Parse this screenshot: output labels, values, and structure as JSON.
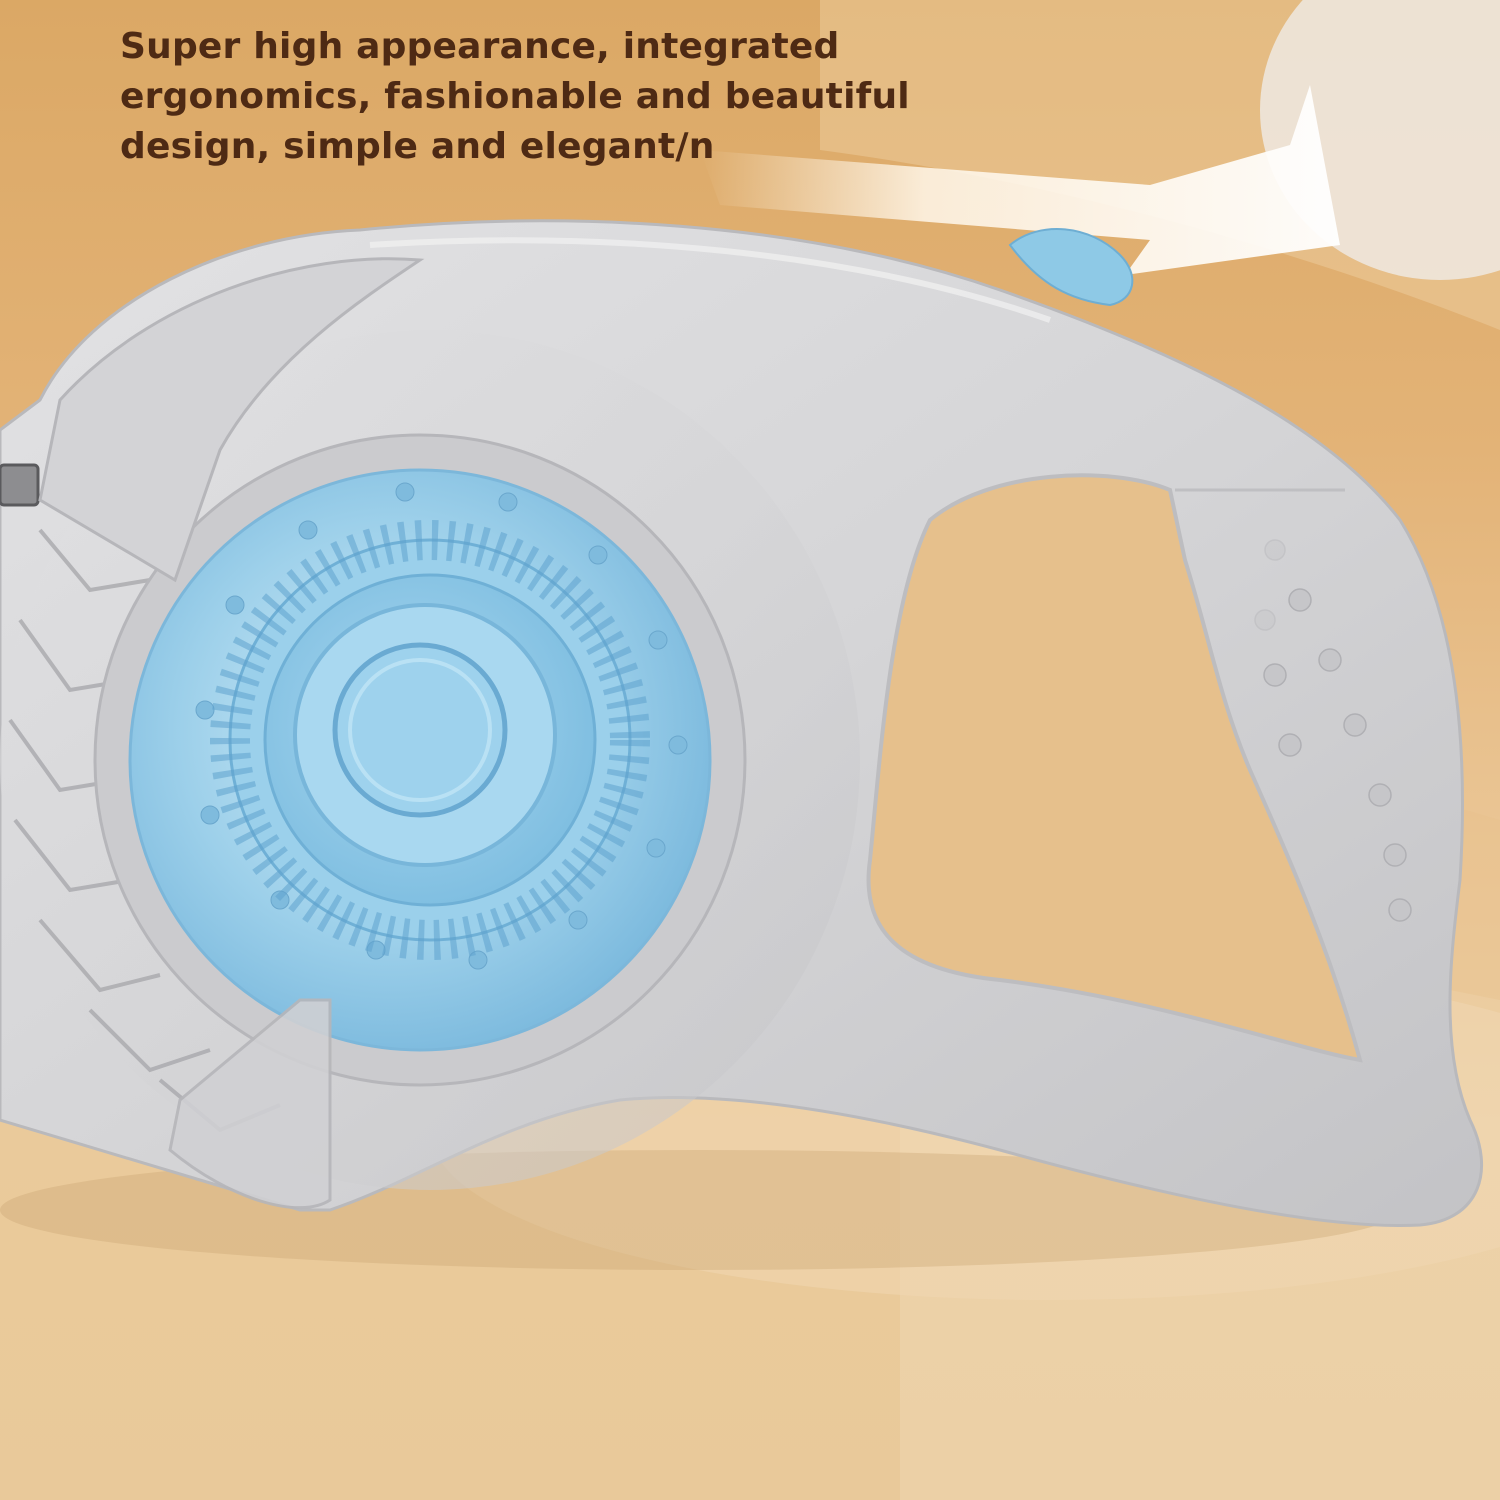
{
  "caption": {
    "lines": [
      "Super high appearance, integrated",
      "ergonomics, fashionable and beautiful",
      "design, simple and elegant/n"
    ]
  },
  "product": {
    "body_color": "#d6d6d8",
    "reel_color": "#8cc6e2",
    "accent_color": "#6fb0d6"
  },
  "background": {
    "top_color": "#dba865",
    "bottom_color": "#ecd0a6"
  },
  "icons": [
    "arrow-top-right-icon",
    "arrow-center-icon"
  ]
}
